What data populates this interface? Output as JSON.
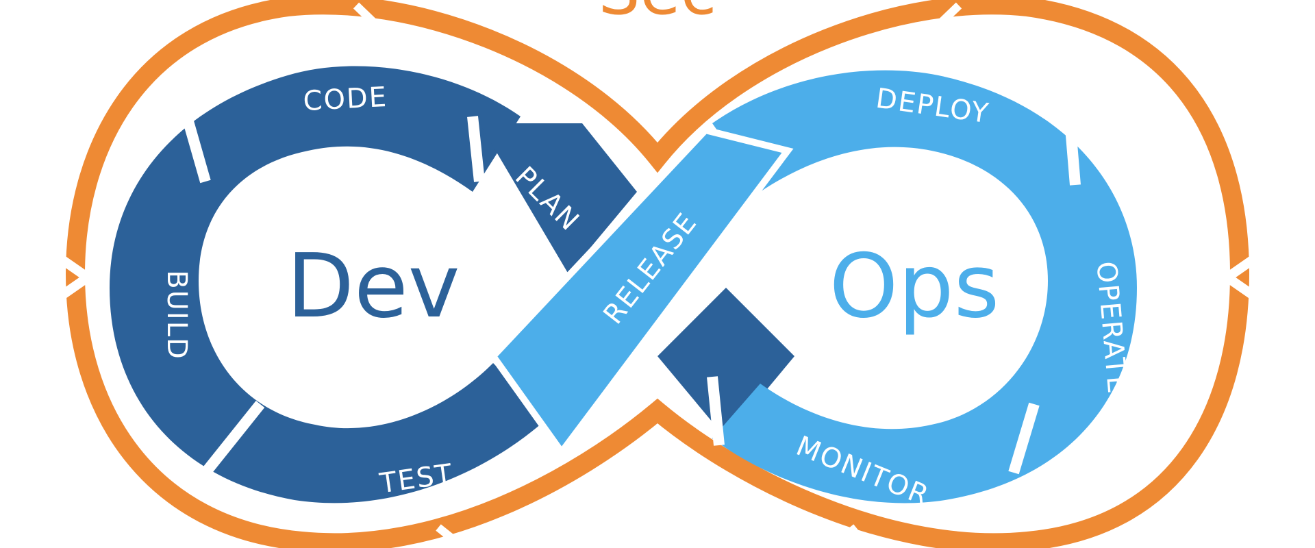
{
  "diagram": {
    "sec_label": "Sec",
    "dev_label": "Dev",
    "ops_label": "Ops",
    "stages": {
      "plan": "PLAN",
      "code": "CODE",
      "build": "BUILD",
      "test": "TEST",
      "release": "RELEASE",
      "deploy": "DEPLOY",
      "operate": "OPERATE",
      "monitor": "MONITOR"
    }
  },
  "colors": {
    "orange": "#EE8A34",
    "dev_blue": "#2C6199",
    "ops_blue": "#4CAEEA",
    "white": "#FFFFFF"
  }
}
